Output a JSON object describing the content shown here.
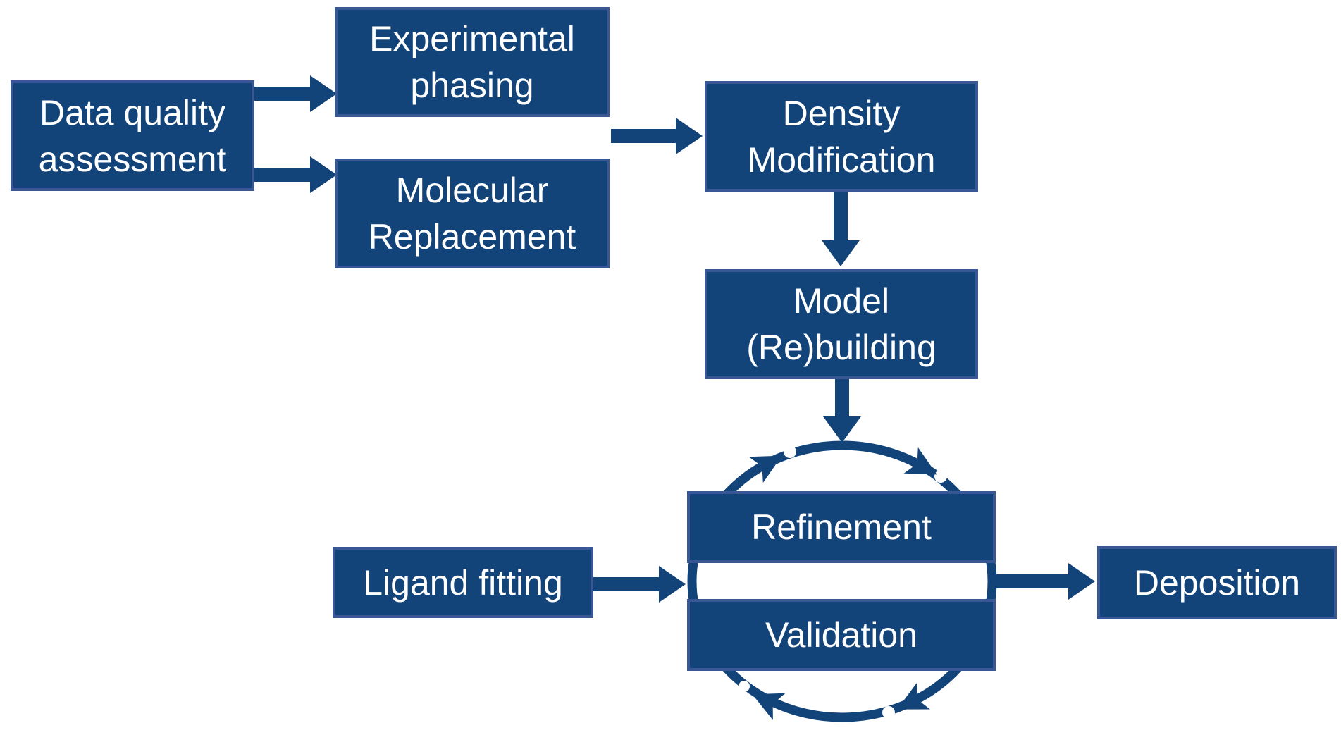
{
  "diagram": {
    "colors": {
      "node_fill": "#124379",
      "node_border": "#3A5795",
      "arrow": "#124379",
      "text": "#FFFFFF",
      "background": "#FFFFFF"
    },
    "nodes": [
      {
        "id": "data-quality-assessment",
        "lines": [
          "Data quality",
          "assessment"
        ]
      },
      {
        "id": "experimental-phasing",
        "lines": [
          "Experimental",
          "phasing"
        ]
      },
      {
        "id": "molecular-replacement",
        "lines": [
          "Molecular",
          "Replacement"
        ]
      },
      {
        "id": "density-modification",
        "lines": [
          "Density",
          "Modification"
        ]
      },
      {
        "id": "model-rebuilding",
        "lines": [
          "Model",
          "(Re)building"
        ]
      },
      {
        "id": "refinement",
        "lines": [
          "Refinement"
        ]
      },
      {
        "id": "validation",
        "lines": [
          "Validation"
        ]
      },
      {
        "id": "ligand-fitting",
        "lines": [
          "Ligand fitting"
        ]
      },
      {
        "id": "deposition",
        "lines": [
          "Deposition"
        ]
      }
    ]
  }
}
